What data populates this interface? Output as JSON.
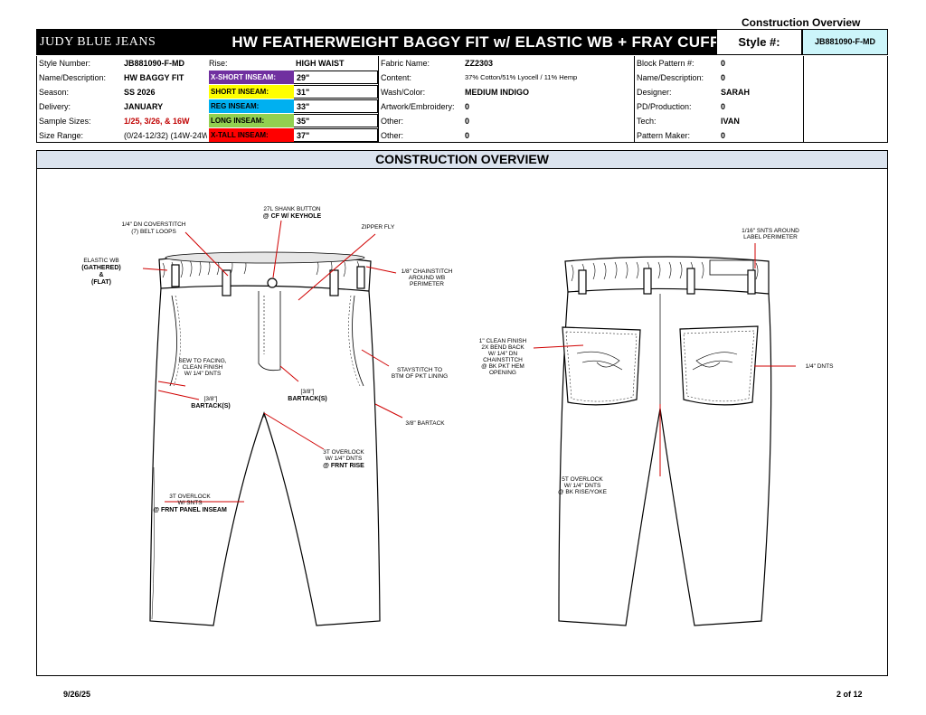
{
  "page_label": "Construction Overview",
  "header": {
    "brand": "JUDY BLUE JEANS",
    "title": "HW FEATHERWEIGHT BAGGY FIT w/ ELASTIC WB + FRAY CUFF",
    "style_label": "Style #:",
    "style_value": "JB881090-F-MD"
  },
  "info": {
    "col1": [
      {
        "label": "Style Number:",
        "value": "JB881090-F-MD"
      },
      {
        "label": "Name/Description:",
        "value": "HW BAGGY FIT"
      },
      {
        "label": "Season:",
        "value": "SS 2026"
      },
      {
        "label": "Delivery:",
        "value": "JANUARY"
      },
      {
        "label": "Sample Sizes:",
        "value": "1/25, 3/26, & 16W"
      },
      {
        "label": "Size Range:",
        "value": "(0/24-12/32) (14W-24W)"
      }
    ],
    "rise_label": "Rise:",
    "rise_value": "HIGH WAIST",
    "inseams": [
      {
        "label": "X-SHORT INSEAM:",
        "value": "29\"",
        "color": "#7030a0"
      },
      {
        "label": "SHORT INSEAM:",
        "value": "31\"",
        "color": "#ffff00"
      },
      {
        "label": "REG INSEAM:",
        "value": "33\"",
        "color": "#00b0f0"
      },
      {
        "label": "LONG INSEAM:",
        "value": "35\"",
        "color": "#92d050"
      },
      {
        "label": "X-TALL INSEAM:",
        "value": "37\"",
        "color": "#ff0000"
      }
    ],
    "col3": [
      {
        "label": "Fabric Name:",
        "value": "ZZ2303"
      },
      {
        "label": "Content:",
        "value": "37% Cotton/51% Lyocell / 11% Hemp"
      },
      {
        "label": "Wash/Color:",
        "value": "MEDIUM INDIGO"
      },
      {
        "label": "Artwork/Embroidery:",
        "value": "0"
      },
      {
        "label": "Other:",
        "value": "0"
      },
      {
        "label": "Other:",
        "value": "0"
      }
    ],
    "col4": [
      {
        "label": "Block Pattern #:",
        "value": "0"
      },
      {
        "label": "Name/Description:",
        "value": "0"
      },
      {
        "label": "Designer:",
        "value": "SARAH"
      },
      {
        "label": "PD/Production:",
        "value": "0"
      },
      {
        "label": "Tech:",
        "value": "IVAN"
      },
      {
        "label": "Pattern Maker:",
        "value": "0"
      }
    ]
  },
  "section_title": "CONSTRUCTION OVERVIEW",
  "callouts": {
    "shank": [
      "27L SHANK BUTTON",
      "@ CF W/ KEYHOLE"
    ],
    "belt": [
      "1/4\" DN COVERSTITCH",
      "(7) BELT LOOPS"
    ],
    "zipper": [
      "ZIPPER FLY"
    ],
    "elastic": [
      "ELASTIC WB",
      "(GATHERED)",
      "&",
      "(FLAT)"
    ],
    "chain": [
      "1/8\" CHAINSTITCH",
      "AROUND WB",
      "PERIMETER"
    ],
    "facing": [
      "SEW TO FACING,",
      "CLEAN FINISH",
      "W/ 1/4\" DNTS"
    ],
    "bartack1": [
      "[3/8\"]",
      "BARTACK(S)"
    ],
    "bartack2": [
      "[3/8\"]",
      "BARTACK(S)"
    ],
    "staystitch": [
      "STAYSTITCH TO",
      "BTM OF PKT LINING"
    ],
    "bartack3": [
      "3/8\" BARTACK"
    ],
    "overlock_rise": [
      "3T OVERLOCK",
      "W/ 1/4\" DNTS",
      "@ FRNT RISE"
    ],
    "overlock_inseam": [
      "3T OVERLOCK",
      "W/ SNTS",
      "@ FRNT PANEL INSEAM"
    ],
    "label": [
      "1/16\" SNTS AROUND",
      "LABEL PERIMETER"
    ],
    "clean": [
      "1\" CLEAN FINISH",
      "2X BEND BACK",
      "W/ 1/4\" DN",
      "CHAINSTITCH",
      "@ BK PKT HEM",
      "OPENING"
    ],
    "dnts": [
      "1/4\" DNTS"
    ],
    "overlock_back": [
      "5T OVERLOCK",
      "W/ 1/4\" DNTS",
      "@ BK RISE/YOKE"
    ]
  },
  "footer": {
    "date": "9/26/25",
    "page": "2 of 12"
  }
}
